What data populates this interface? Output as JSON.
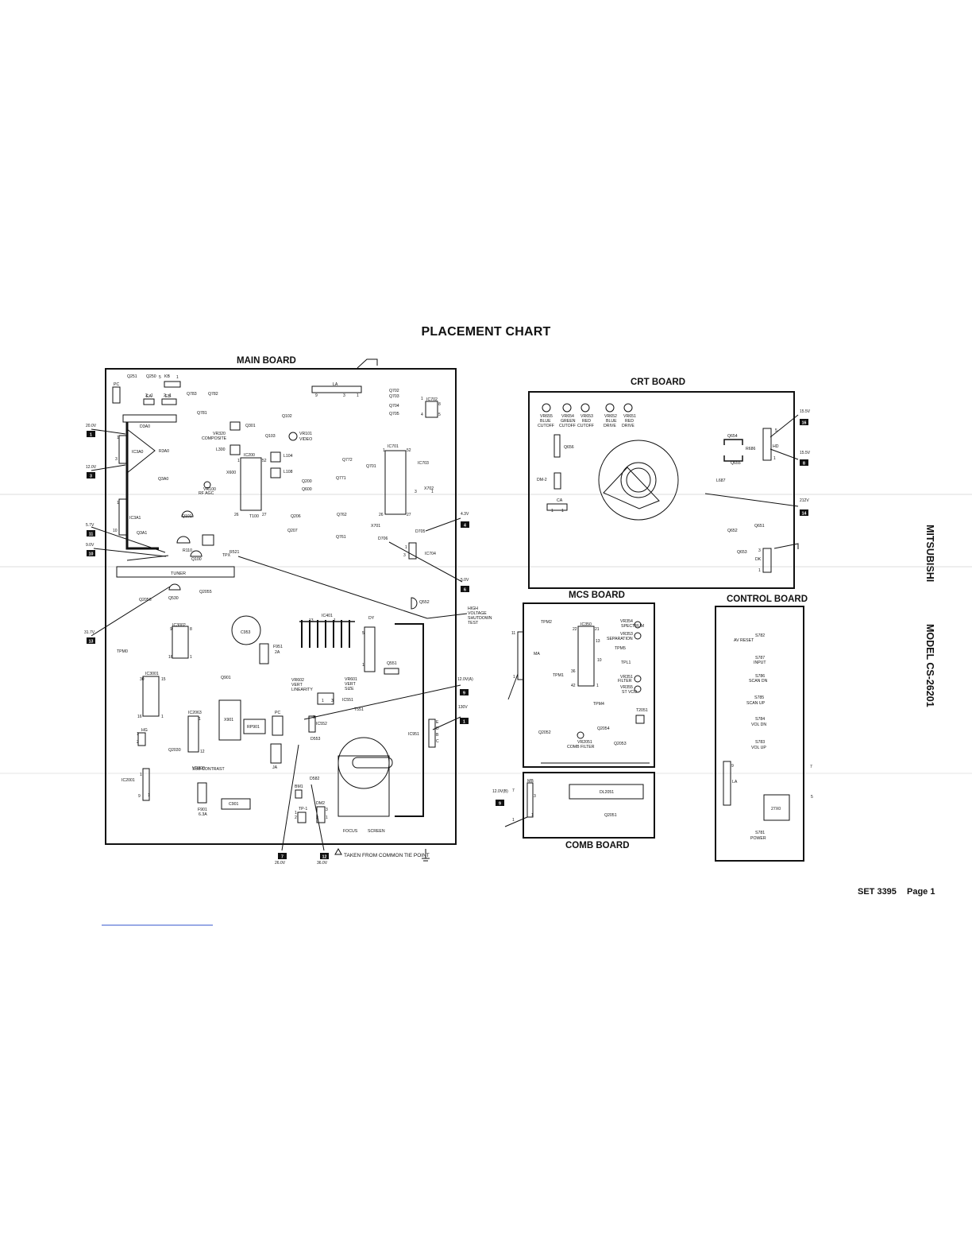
{
  "title": "PLACEMENT CHART",
  "side_labels": {
    "brand": "MITSUBISHI",
    "model": "MODEL  CS-26201"
  },
  "footer": {
    "set": "SET  3395",
    "page": "Page 1"
  },
  "note": "TAKEN FROM COMMON TIE POINT",
  "boards": {
    "main": {
      "title": "MAIN BOARD",
      "labels": [
        {
          "t": "Q251"
        },
        {
          "t": "Q250"
        },
        {
          "t": "KB"
        },
        {
          "t": "PC"
        },
        {
          "t": "EA"
        },
        {
          "t": "EB"
        },
        {
          "t": "Q783"
        },
        {
          "t": "Q782"
        },
        {
          "t": "Q781"
        },
        {
          "t": "D3A0"
        },
        {
          "t": "LA"
        },
        {
          "t": "Q702"
        },
        {
          "t": "Q703"
        },
        {
          "t": "Q704"
        },
        {
          "t": "Q705"
        },
        {
          "t": "IC702"
        },
        {
          "t": "Q102"
        },
        {
          "t": "Q301"
        },
        {
          "t": "VR320"
        },
        {
          "t": "COMPOSITE"
        },
        {
          "t": "Q103"
        },
        {
          "t": "VR101"
        },
        {
          "t": "VIDEO"
        },
        {
          "t": "IC3A0"
        },
        {
          "t": "R3A0"
        },
        {
          "t": "L300"
        },
        {
          "t": "IC200"
        },
        {
          "t": "L104"
        },
        {
          "t": "L108"
        },
        {
          "t": "Q200"
        },
        {
          "t": "Q600"
        },
        {
          "t": "X600"
        },
        {
          "t": "VR100"
        },
        {
          "t": "RF AGC"
        },
        {
          "t": "Q3A0"
        },
        {
          "t": "Q772"
        },
        {
          "t": "Q771"
        },
        {
          "t": "Q701"
        },
        {
          "t": "IC701"
        },
        {
          "t": "IC703"
        },
        {
          "t": "X702"
        },
        {
          "t": "IC3A1"
        },
        {
          "t": "Q3A1"
        },
        {
          "t": "Q101"
        },
        {
          "t": "Q206"
        },
        {
          "t": "Q207"
        },
        {
          "t": "Q762"
        },
        {
          "t": "Q761"
        },
        {
          "t": "X701"
        },
        {
          "t": "D705"
        },
        {
          "t": "D706"
        },
        {
          "t": "IC704"
        },
        {
          "t": "T100"
        },
        {
          "t": "TPX"
        },
        {
          "t": "R110"
        },
        {
          "t": "R521"
        },
        {
          "t": "Q100"
        },
        {
          "t": "TUNER"
        },
        {
          "t": "Q2056"
        },
        {
          "t": "Q530"
        },
        {
          "t": "Q2055"
        },
        {
          "t": "Q552"
        },
        {
          "t": "IC401"
        },
        {
          "t": "C953"
        },
        {
          "t": "DY"
        },
        {
          "t": "IC3002"
        },
        {
          "t": "TPM0"
        },
        {
          "t": "F951"
        },
        {
          "t": "2A"
        },
        {
          "t": "Q551"
        },
        {
          "t": "IC3001"
        },
        {
          "t": "Q901"
        },
        {
          "t": "VR602"
        },
        {
          "t": "VERT"
        },
        {
          "t": "LINEARITY"
        },
        {
          "t": "VR601"
        },
        {
          "t": "VERT"
        },
        {
          "t": "SIZE"
        },
        {
          "t": "IC551"
        },
        {
          "t": "IC2063"
        },
        {
          "t": "X901"
        },
        {
          "t": "RP901"
        },
        {
          "t": "PC"
        },
        {
          "t": "IC552"
        },
        {
          "t": "T551"
        },
        {
          "t": "IC951"
        },
        {
          "t": "HG"
        },
        {
          "t": "Q2030"
        },
        {
          "t": "D553"
        },
        {
          "t": "JA"
        },
        {
          "t": "VR200"
        },
        {
          "t": "SUB CONTRAST"
        },
        {
          "t": "IC2001"
        },
        {
          "t": "D582"
        },
        {
          "t": "BM1"
        },
        {
          "t": "DM2"
        },
        {
          "t": "F901"
        },
        {
          "t": "6.3A"
        },
        {
          "t": "C901"
        },
        {
          "t": "TP-1"
        },
        {
          "t": "FOCUS"
        },
        {
          "t": "SCREEN"
        },
        {
          "t": "HIGH"
        },
        {
          "t": "VOLTAGE"
        },
        {
          "t": "SHUTDOWN"
        },
        {
          "t": "TEST"
        }
      ]
    },
    "crt": {
      "title": "CRT BOARD",
      "labels": [
        {
          "t": "VR655"
        },
        {
          "t": "BLUE"
        },
        {
          "t": "CUTOFF"
        },
        {
          "t": "VR654"
        },
        {
          "t": "GREEN"
        },
        {
          "t": "CUTOFF"
        },
        {
          "t": "VR653"
        },
        {
          "t": "RED"
        },
        {
          "t": "CUTOFF"
        },
        {
          "t": "VR652"
        },
        {
          "t": "BLUE"
        },
        {
          "t": "DRIVE"
        },
        {
          "t": "VR651"
        },
        {
          "t": "RED"
        },
        {
          "t": "DRIVE"
        },
        {
          "t": "Q654"
        },
        {
          "t": "R686"
        },
        {
          "t": "Q655"
        },
        {
          "t": "HD"
        },
        {
          "t": "Q656"
        },
        {
          "t": "DM-2"
        },
        {
          "t": "CA"
        },
        {
          "t": "L687"
        },
        {
          "t": "Q652"
        },
        {
          "t": "Q651"
        },
        {
          "t": "Q653"
        },
        {
          "t": "DK"
        }
      ]
    },
    "mcs": {
      "title": "MCS BOARD",
      "labels": [
        {
          "t": "TPM2"
        },
        {
          "t": "IC350"
        },
        {
          "t": "VR354"
        },
        {
          "t": "SPECTRUM"
        },
        {
          "t": "VR353"
        },
        {
          "t": "SEPARATION"
        },
        {
          "t": "TPM5"
        },
        {
          "t": "MA"
        },
        {
          "t": "TPL1"
        },
        {
          "t": "TPM1"
        },
        {
          "t": "VR351"
        },
        {
          "t": "FILTER"
        },
        {
          "t": "VR355"
        },
        {
          "t": "ST VCO"
        },
        {
          "t": "TPM4"
        },
        {
          "t": "T2051"
        },
        {
          "t": "Q2052"
        },
        {
          "t": "Q2054"
        },
        {
          "t": "VR2051"
        },
        {
          "t": "COMB FILTER"
        },
        {
          "t": "Q2053"
        }
      ]
    },
    "comb": {
      "title": "COMB BOARD",
      "labels": [
        {
          "t": "MB"
        },
        {
          "t": "DL2051"
        },
        {
          "t": "Q2051"
        }
      ]
    },
    "control": {
      "title": "CONTROL BOARD",
      "labels": [
        {
          "t": "S782"
        },
        {
          "t": "AV RESET"
        },
        {
          "t": "S787"
        },
        {
          "t": "INPUT"
        },
        {
          "t": "S786"
        },
        {
          "t": "SCAN DN"
        },
        {
          "t": "S785"
        },
        {
          "t": "SCAN UP"
        },
        {
          "t": "S784"
        },
        {
          "t": "VOL DN"
        },
        {
          "t": "S783"
        },
        {
          "t": "VOL UP"
        },
        {
          "t": "LA"
        },
        {
          "t": "27X0"
        },
        {
          "t": "S781"
        },
        {
          "t": "POWER"
        }
      ]
    }
  },
  "pin_numbers": [
    {
      "t": "5"
    },
    {
      "t": "1"
    },
    {
      "t": "9"
    },
    {
      "t": "3"
    },
    {
      "t": "1"
    },
    {
      "t": "2"
    },
    {
      "t": "1"
    },
    {
      "t": "2"
    },
    {
      "t": "1"
    },
    {
      "t": "1"
    },
    {
      "t": "8"
    },
    {
      "t": "4"
    },
    {
      "t": "5"
    },
    {
      "t": "1"
    },
    {
      "t": "3"
    },
    {
      "t": "1"
    },
    {
      "t": "52"
    },
    {
      "t": "1"
    },
    {
      "t": "52"
    },
    {
      "t": "3"
    },
    {
      "t": "1"
    },
    {
      "t": "1"
    },
    {
      "t": "10"
    },
    {
      "t": "26"
    },
    {
      "t": "27"
    },
    {
      "t": "26"
    },
    {
      "t": "27"
    },
    {
      "t": "1"
    },
    {
      "t": "3"
    },
    {
      "t": "9"
    },
    {
      "t": "8"
    },
    {
      "t": "16"
    },
    {
      "t": "1"
    },
    {
      "t": "13"
    },
    {
      "t": "1"
    },
    {
      "t": "5"
    },
    {
      "t": "1"
    },
    {
      "t": "30"
    },
    {
      "t": "15"
    },
    {
      "t": "16"
    },
    {
      "t": "1"
    },
    {
      "t": "1"
    },
    {
      "t": "3"
    },
    {
      "t": "1"
    },
    {
      "t": "3"
    },
    {
      "t": "12"
    },
    {
      "t": "1"
    },
    {
      "t": "2"
    },
    {
      "t": "1"
    },
    {
      "t": "9"
    },
    {
      "t": "1"
    },
    {
      "t": "2"
    },
    {
      "t": "1"
    },
    {
      "t": "3"
    },
    {
      "t": "1"
    },
    {
      "t": "2"
    },
    {
      "t": "7"
    },
    {
      "t": "1"
    },
    {
      "t": "3"
    },
    {
      "t": "1"
    },
    {
      "t": "5"
    },
    {
      "t": "1"
    },
    {
      "t": "3"
    },
    {
      "t": "1"
    },
    {
      "t": "11"
    },
    {
      "t": "1"
    },
    {
      "t": "22"
    },
    {
      "t": "21"
    },
    {
      "t": "13"
    },
    {
      "t": "10"
    },
    {
      "t": "36"
    },
    {
      "t": "42"
    },
    {
      "t": "1"
    },
    {
      "t": "7"
    },
    {
      "t": "5"
    },
    {
      "t": "1"
    },
    {
      "t": "1"
    },
    {
      "t": "9"
    }
  ],
  "test_points": [
    {
      "num": "1",
      "volt": "20.0V"
    },
    {
      "num": "3",
      "volt": "12.0V"
    },
    {
      "num": "11",
      "volt": "5.7V"
    },
    {
      "num": "10",
      "volt": "9.0V"
    },
    {
      "num": "13",
      "volt": "31.7V"
    },
    {
      "num": "4",
      "volt": "4.3V"
    },
    {
      "num": "6",
      "volt": "5.0V"
    },
    {
      "num": "9",
      "volt": "12.0V(A)"
    },
    {
      "num": "1",
      "volt": "130V"
    },
    {
      "num": "7",
      "volt": "26.0V"
    },
    {
      "num": "12",
      "volt": "36.0V"
    },
    {
      "num": "16",
      "volt": "15.5V"
    },
    {
      "num": "8",
      "volt": "15.5V"
    },
    {
      "num": "14",
      "volt": "212V"
    },
    {
      "num": "9",
      "volt": "12.0V(B)"
    }
  ],
  "ic951_pins": [
    {
      "t": "E"
    },
    {
      "t": "D"
    },
    {
      "t": "B"
    },
    {
      "t": "C"
    }
  ]
}
